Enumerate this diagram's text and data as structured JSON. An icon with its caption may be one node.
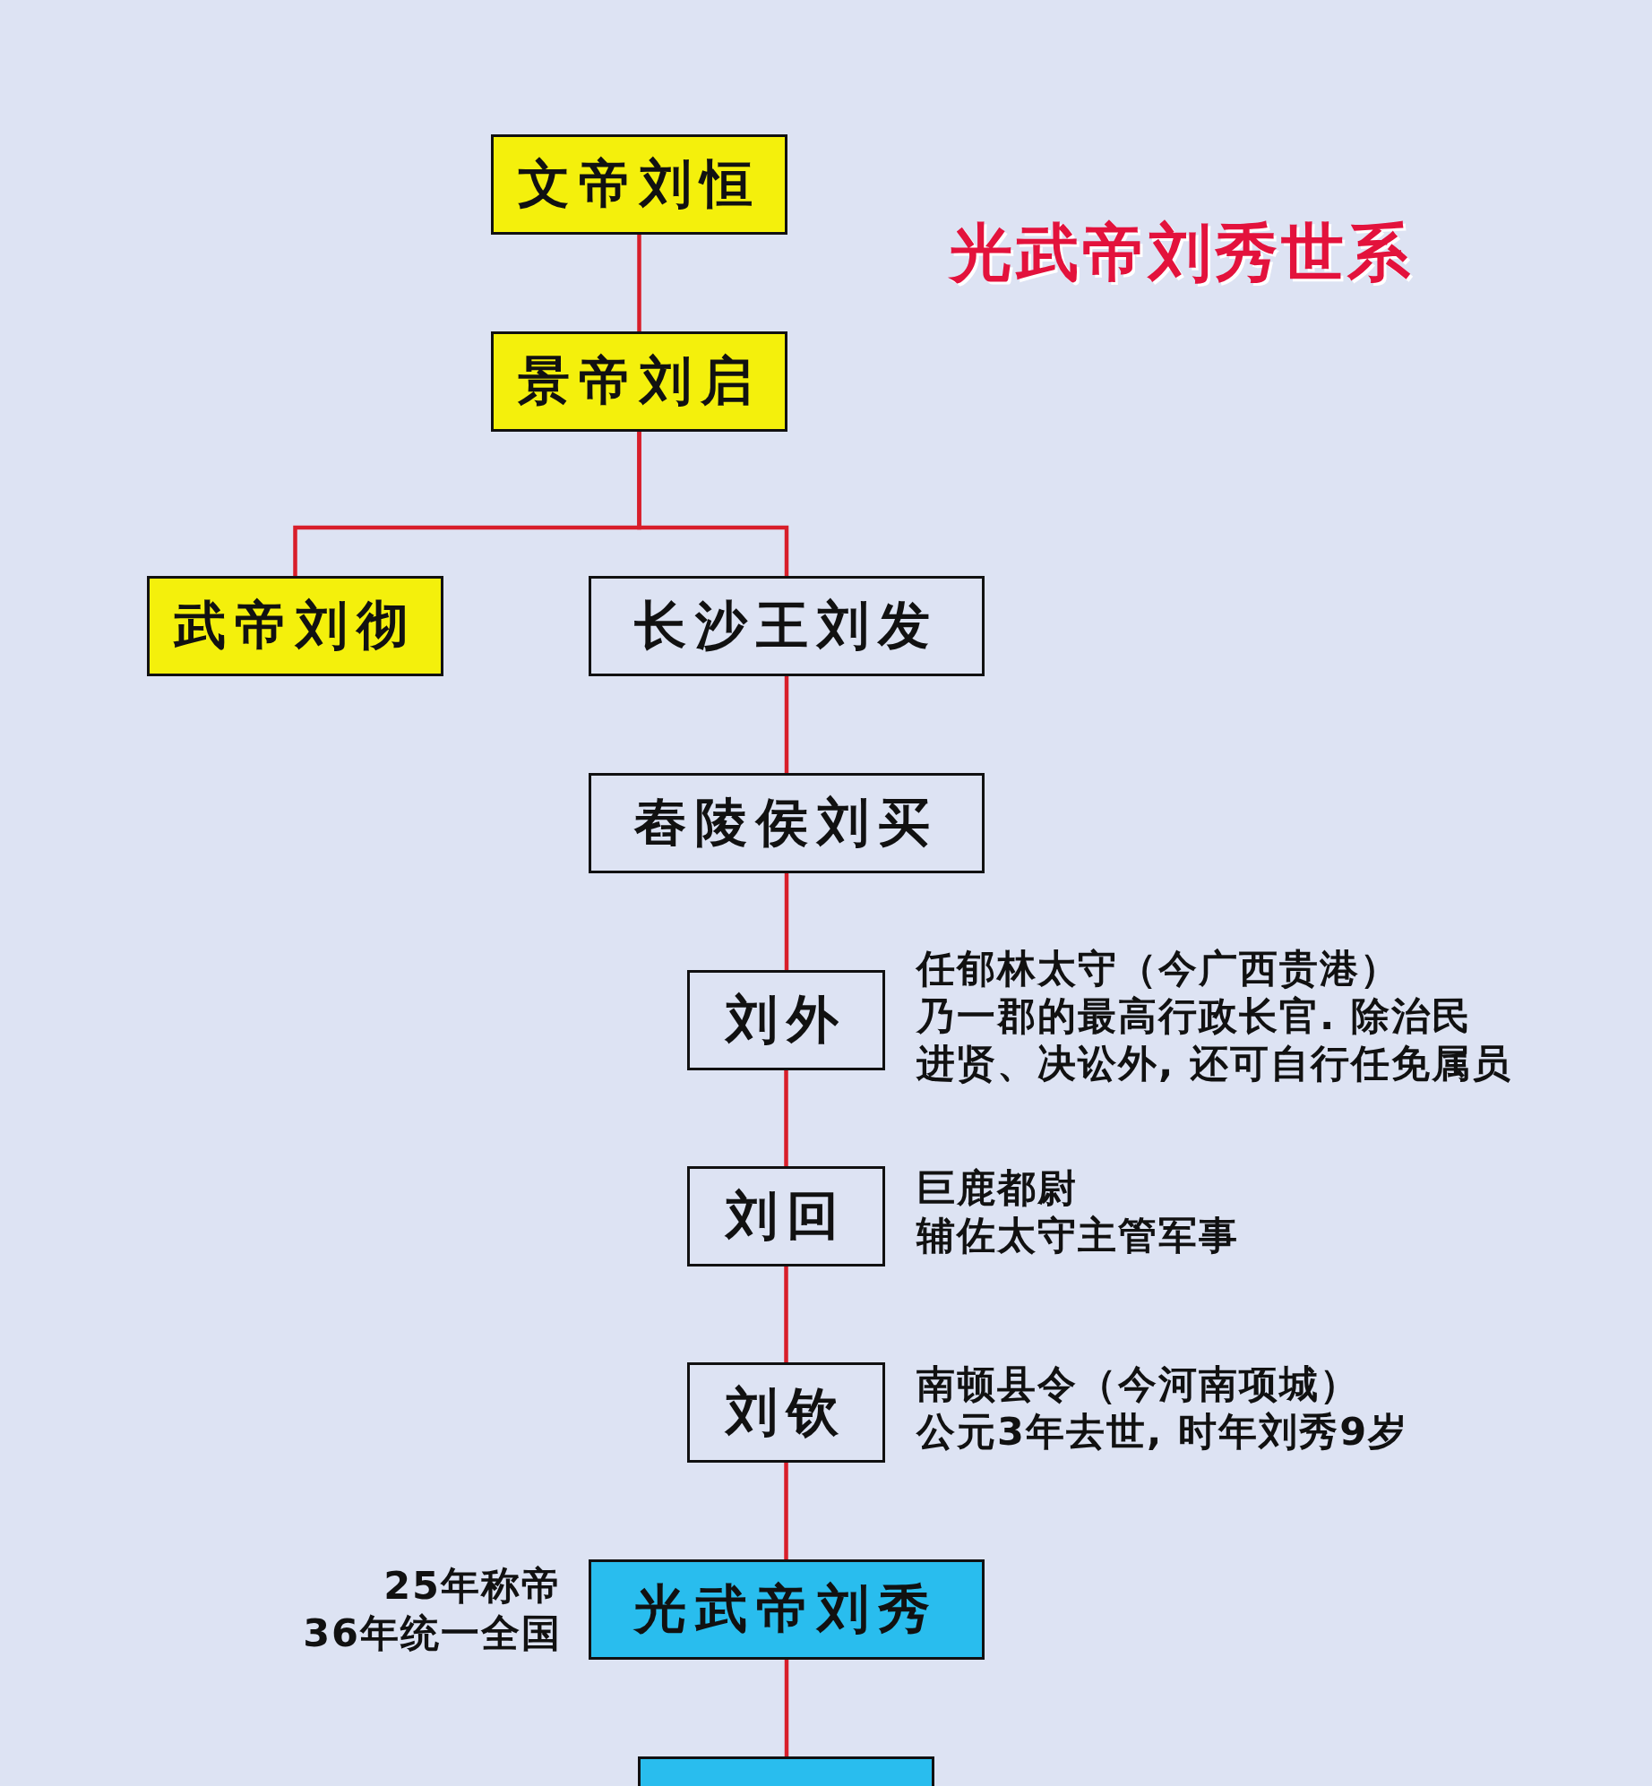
{
  "diagram": {
    "title": "光武帝刘秀世系",
    "nodes": [
      {
        "text": [
          "文帝刘恒"
        ]
      },
      {
        "text": [
          "景帝刘启"
        ]
      },
      {
        "text": [
          "武帝刘彻"
        ]
      },
      {
        "text": [
          "长沙王刘发"
        ]
      },
      {
        "text": [
          "舂陵侯刘买"
        ]
      },
      {
        "text": [
          "刘外"
        ],
        "beside": [
          "任郁林太守（今广西贵港）",
          "乃一郡的最高行政长官. 除治民",
          "进贤、决讼外, 还可自行任免属员"
        ]
      },
      {
        "text": [
          "刘回"
        ],
        "beside": [
          "巨鹿都尉",
          "辅佐太守主管军事"
        ]
      },
      {
        "text": [
          "刘钦"
        ],
        "beside": [
          "南顿县令（今河南项城）",
          "公元3年去世, 时年刘秀9岁"
        ]
      },
      {
        "text": [
          "光武帝刘秀"
        ],
        "beside": [
          "25年称帝",
          "36年统一全国"
        ]
      },
      {
        "text": [],
        "shape": "box"
      }
    ],
    "edges": [
      {
        "from": 0,
        "to": 1,
        "arrow": "none"
      },
      {
        "from": 1,
        "to": 2,
        "arrow": "none"
      },
      {
        "from": 1,
        "to": 3,
        "arrow": "none"
      },
      {
        "from": 3,
        "to": 4,
        "arrow": "none"
      },
      {
        "from": 4,
        "to": 5,
        "arrow": "none"
      },
      {
        "from": 5,
        "to": 6,
        "arrow": "none"
      },
      {
        "from": 6,
        "to": 7,
        "arrow": "none"
      },
      {
        "from": 7,
        "to": 8,
        "arrow": "none"
      },
      {
        "from": 8,
        "to": 9,
        "arrow": "none"
      }
    ]
  }
}
